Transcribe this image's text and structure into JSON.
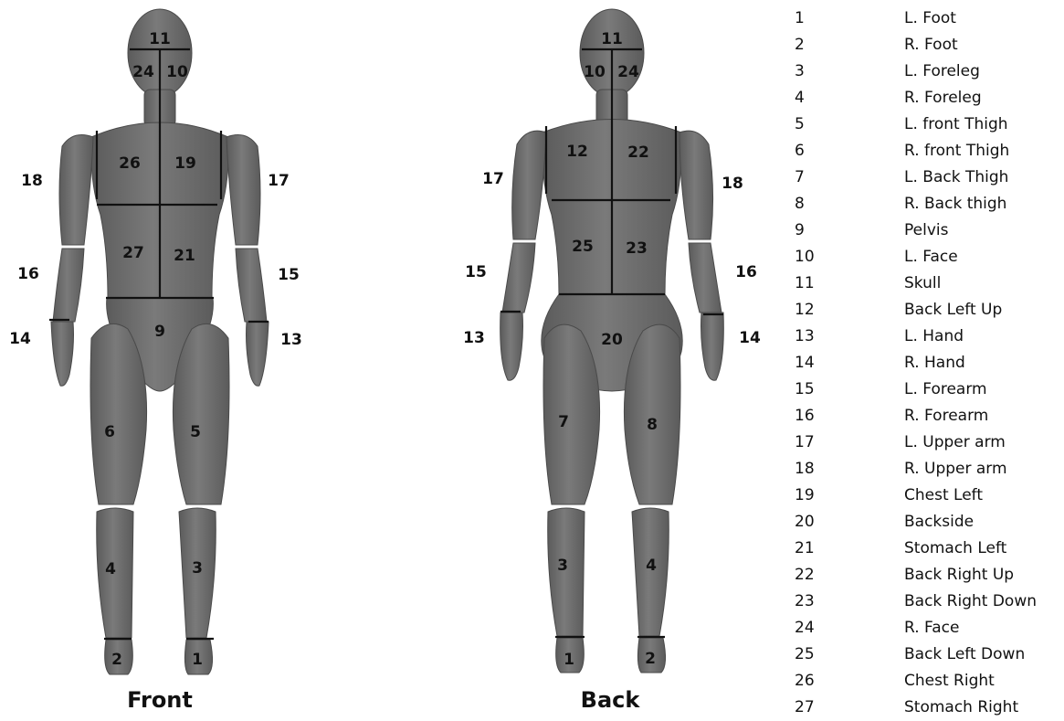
{
  "figure": {
    "views": [
      {
        "id": "front",
        "caption": "Front",
        "labels": [
          {
            "num": "11"
          },
          {
            "num": "24"
          },
          {
            "num": "10"
          },
          {
            "num": "26"
          },
          {
            "num": "19"
          },
          {
            "num": "27"
          },
          {
            "num": "21"
          },
          {
            "num": "9"
          },
          {
            "num": "18"
          },
          {
            "num": "17"
          },
          {
            "num": "16"
          },
          {
            "num": "15"
          },
          {
            "num": "14"
          },
          {
            "num": "13"
          },
          {
            "num": "6"
          },
          {
            "num": "5"
          },
          {
            "num": "4"
          },
          {
            "num": "3"
          },
          {
            "num": "2"
          },
          {
            "num": "1"
          }
        ]
      },
      {
        "id": "back",
        "caption": "Back",
        "labels": [
          {
            "num": "11"
          },
          {
            "num": "10"
          },
          {
            "num": "24"
          },
          {
            "num": "12"
          },
          {
            "num": "22"
          },
          {
            "num": "25"
          },
          {
            "num": "23"
          },
          {
            "num": "20"
          },
          {
            "num": "17"
          },
          {
            "num": "18"
          },
          {
            "num": "15"
          },
          {
            "num": "16"
          },
          {
            "num": "13"
          },
          {
            "num": "14"
          },
          {
            "num": "7"
          },
          {
            "num": "8"
          },
          {
            "num": "3"
          },
          {
            "num": "4"
          },
          {
            "num": "1"
          },
          {
            "num": "2"
          }
        ]
      }
    ],
    "legend": [
      {
        "num": "1",
        "name": "L. Foot"
      },
      {
        "num": "2",
        "name": "R. Foot"
      },
      {
        "num": "3",
        "name": "L. Foreleg"
      },
      {
        "num": "4",
        "name": "R. Foreleg"
      },
      {
        "num": "5",
        "name": "L. front Thigh"
      },
      {
        "num": "6",
        "name": "R. front Thigh"
      },
      {
        "num": "7",
        "name": "L. Back Thigh"
      },
      {
        "num": "8",
        "name": "R. Back thigh"
      },
      {
        "num": "9",
        "name": "Pelvis"
      },
      {
        "num": "10",
        "name": "L. Face"
      },
      {
        "num": "11",
        "name": "Skull"
      },
      {
        "num": "12",
        "name": "Back Left Up"
      },
      {
        "num": "13",
        "name": "L.  Hand"
      },
      {
        "num": "14",
        "name": "R.  Hand"
      },
      {
        "num": "15",
        "name": "L. Forearm"
      },
      {
        "num": "16",
        "name": "R. Forearm"
      },
      {
        "num": "17",
        "name": "L.  Upper arm"
      },
      {
        "num": "18",
        "name": "R.  Upper arm"
      },
      {
        "num": "19",
        "name": "Chest Left"
      },
      {
        "num": "20",
        "name": "Backside"
      },
      {
        "num": "21",
        "name": "Stomach Left"
      },
      {
        "num": "22",
        "name": "Back Right Up"
      },
      {
        "num": "23",
        "name": "Back Right Down"
      },
      {
        "num": "24",
        "name": "R.  Face"
      },
      {
        "num": "25",
        "name": "Back Left Down"
      },
      {
        "num": "26",
        "name": "Chest Right"
      },
      {
        "num": "27",
        "name": "Stomach Right"
      }
    ],
    "colors": {
      "body_fill": "#6e6e6e",
      "body_shade": "#5a5a5a",
      "segment_lines": "#111111",
      "text": "#111111"
    }
  }
}
